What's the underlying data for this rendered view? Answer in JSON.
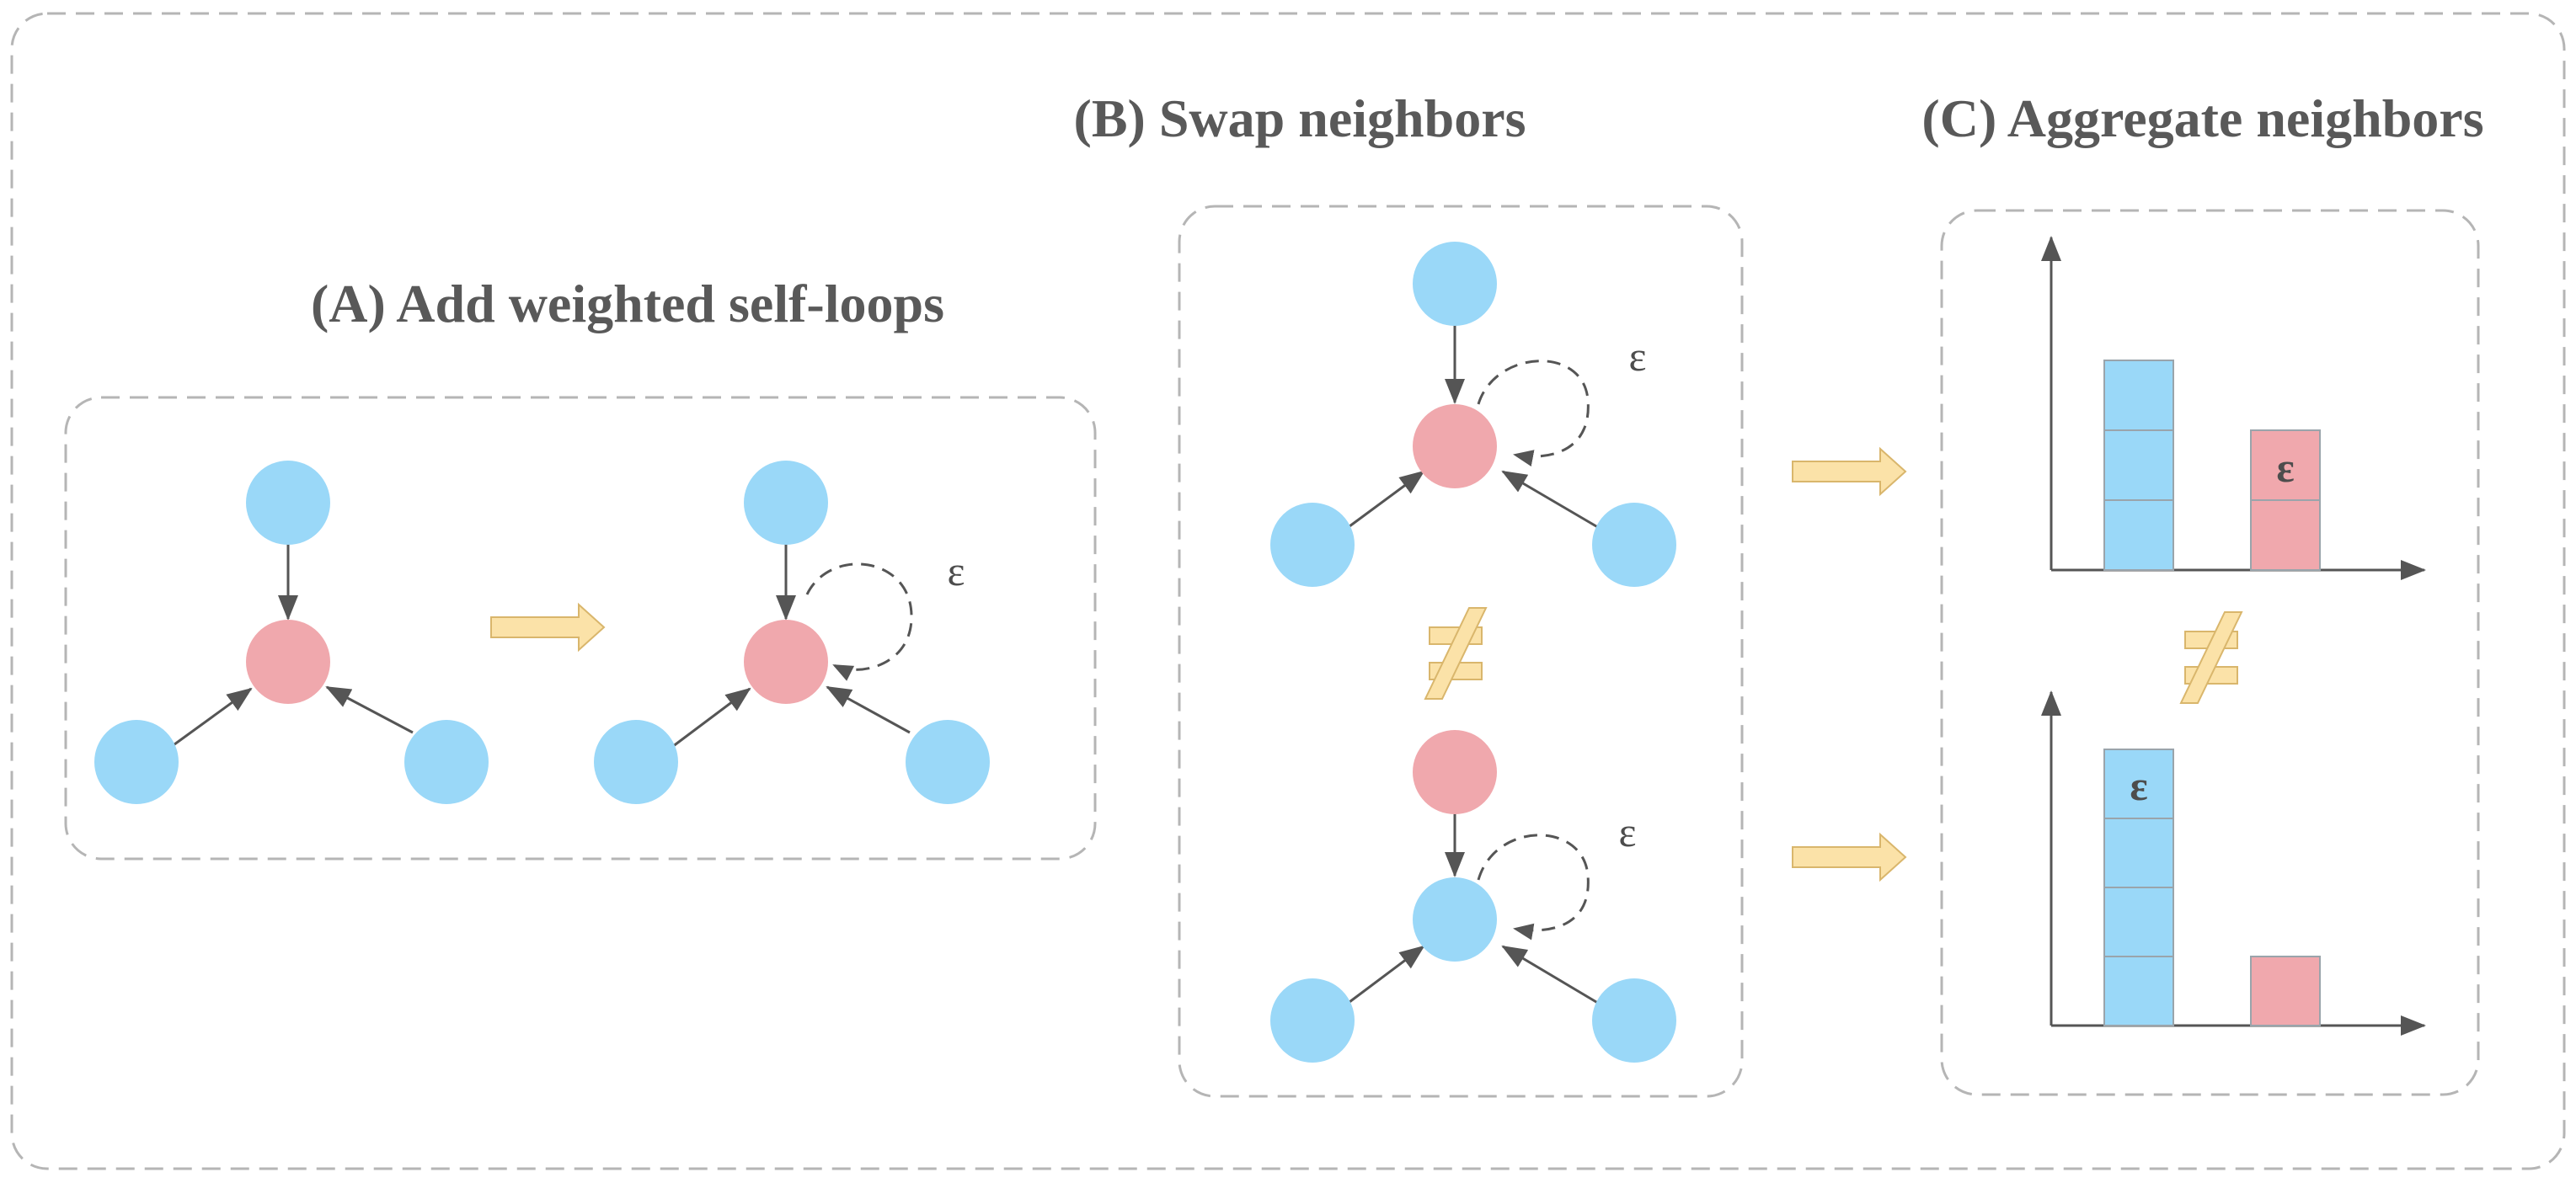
{
  "panels": {
    "a": {
      "title": "(A) Add weighted self-loops",
      "epsilon": "ε"
    },
    "b": {
      "title": "(B) Swap neighbors",
      "epsilon_top": "ε",
      "epsilon_bottom": "ε"
    },
    "c": {
      "title": "(C) Aggregate neighbors",
      "epsilon_top": "ε",
      "epsilon_bottom": "ε"
    }
  },
  "colors": {
    "blue_node": "#9ad8f8",
    "pink_node": "#f0a8ad",
    "edge": "#555555",
    "dashed_border": "#b5b5b5",
    "block_arrow": "#fbe2a8",
    "block_arrow_stroke": "#d9b66c"
  },
  "histograms": {
    "top": {
      "blue_blocks": 3,
      "pink_blocks": 2,
      "epsilon_on": "pink"
    },
    "bottom": {
      "blue_blocks": 4,
      "pink_blocks": 1,
      "epsilon_on": "blue"
    }
  },
  "icons": [
    "not-equal-icon",
    "block-arrow-icon"
  ]
}
